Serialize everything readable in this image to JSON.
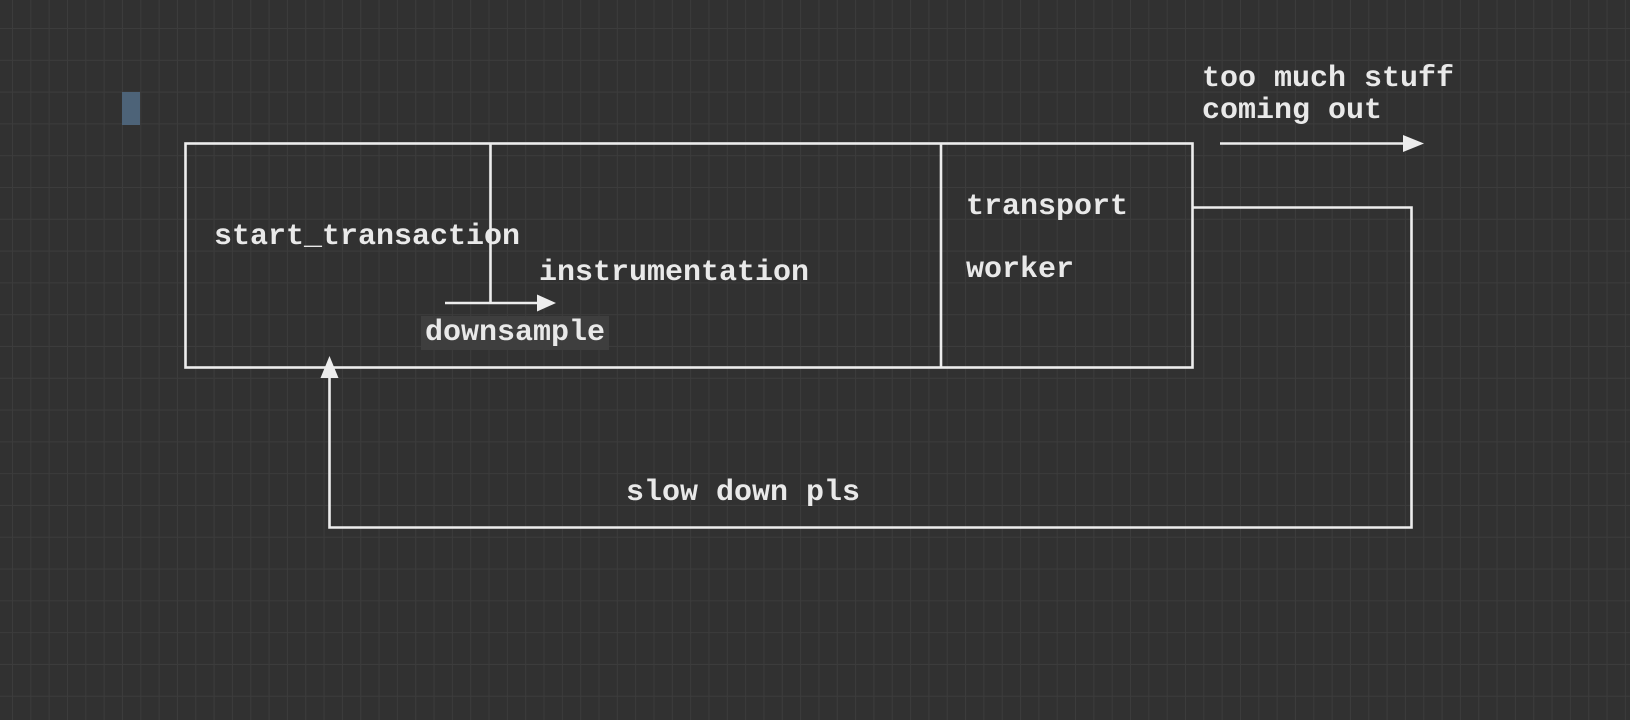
{
  "colors": {
    "background": "#313131",
    "grid-line": "#3c3c3c",
    "stroke": "#ededed",
    "text": "#e9e9e9",
    "cursor": "#4d6378",
    "label-highlight": "#3e3e3e"
  },
  "diagram": {
    "pipeline_box": {
      "stage1_label": "start_transaction",
      "stage2_label": "instrumentation",
      "stage3_label_line1": "transport",
      "stage3_label_line2": "worker"
    },
    "annotations": {
      "downsample_label": "downsample",
      "output_label_line1": "too much stuff",
      "output_label_line2": "coming out",
      "feedback_label": "slow down pls"
    }
  }
}
